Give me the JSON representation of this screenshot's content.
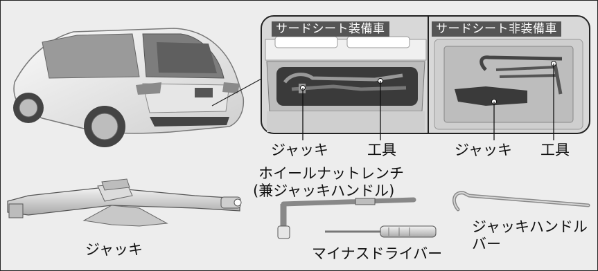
{
  "header_tags": {
    "with_third_row": "サードシート装備車",
    "without_third_row": "サードシート非装備車"
  },
  "callouts": {
    "left_panel": {
      "jack": "ジャッキ",
      "tools": "工具"
    },
    "right_panel": {
      "jack": "ジャッキ",
      "tools": "工具"
    }
  },
  "parts": {
    "jack": "ジャッキ",
    "lug_wrench_line1": "ホイールナットレンチ",
    "lug_wrench_line2": "(兼ジャッキハンドル)",
    "screwdriver": "マイナスドライバー",
    "jack_handle_bar_line1": "ジャッキハンドル",
    "jack_handle_bar_line2": "バー"
  }
}
